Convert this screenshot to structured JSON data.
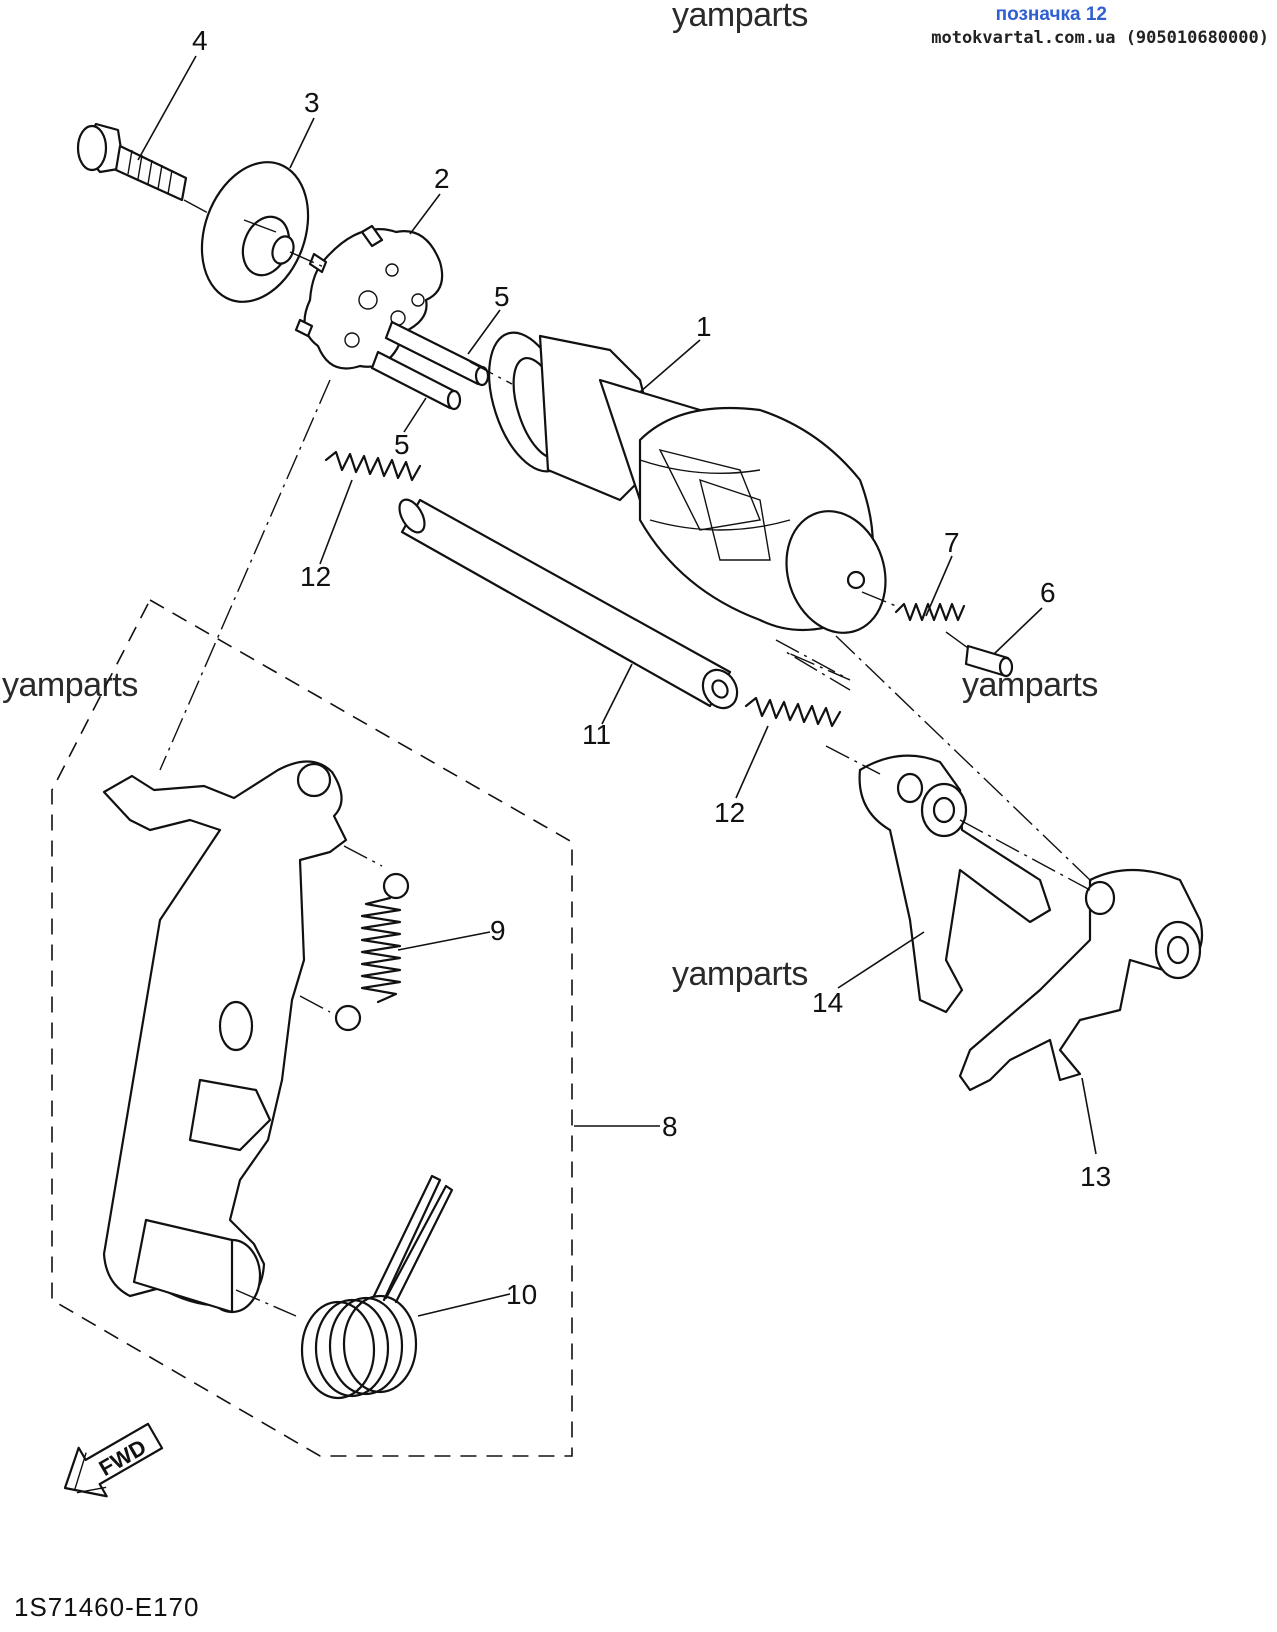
{
  "header": {
    "badge": "позначка 12",
    "site": "motokvartal.com.ua (905010680000)"
  },
  "watermarks": {
    "top": "yamparts",
    "left": "yamparts",
    "right": "yamparts",
    "middle": "yamparts"
  },
  "diagram_code": "1S71460-E170",
  "fwd_label": "FWD",
  "callouts": [
    "1",
    "2",
    "3",
    "4",
    "5",
    "5",
    "6",
    "7",
    "8",
    "9",
    "10",
    "11",
    "12",
    "12",
    "13",
    "14"
  ]
}
